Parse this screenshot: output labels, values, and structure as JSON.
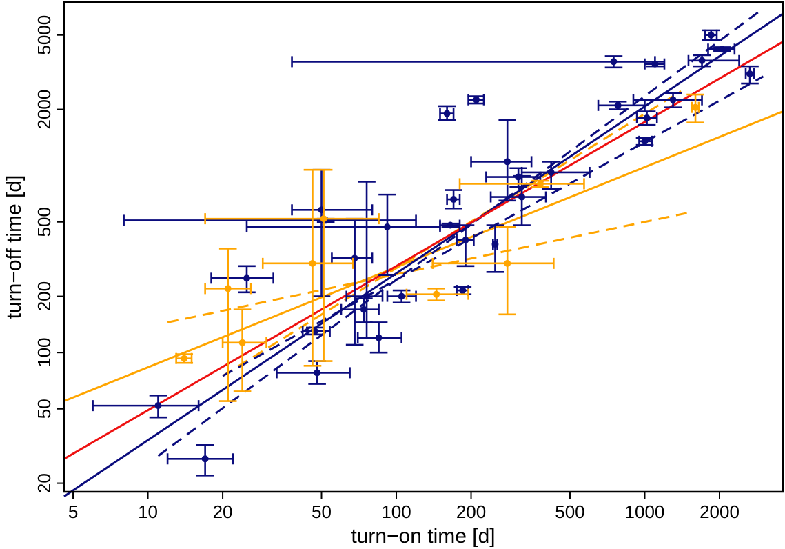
{
  "chart_data": {
    "type": "scatter",
    "title": "",
    "xlabel": "turn−on time [d]",
    "ylabel": "turn−off time [d]",
    "xscale": "log",
    "yscale": "log",
    "xlim": [
      4.6,
      3600
    ],
    "ylim": [
      18,
      7500
    ],
    "grid": false,
    "x_ticks": [
      5,
      10,
      20,
      50,
      100,
      200,
      500,
      1000,
      2000
    ],
    "y_ticks": [
      20,
      50,
      100,
      200,
      500,
      2000,
      5000
    ],
    "colors": {
      "blue": "#0b0c7d",
      "orange": "#ffa500",
      "red": "#ee1111"
    },
    "series": [
      {
        "color": "blue",
        "points": [
          {
            "x": 11,
            "y": 52,
            "xl": 6,
            "xh": 16,
            "yl": 45,
            "yh": 59
          },
          {
            "x": 17,
            "y": 27,
            "xl": 12,
            "xh": 22,
            "yl": 22,
            "yh": 32
          },
          {
            "x": 25,
            "y": 250,
            "xl": 18,
            "xh": 32,
            "yl": 210,
            "yh": 290
          },
          {
            "x": 48,
            "y": 78,
            "xl": 33,
            "xh": 65,
            "yl": 68,
            "yh": 90
          },
          {
            "x": 47,
            "y": 130,
            "xl": 42,
            "xh": 54,
            "yl": 125,
            "yh": 136
          },
          {
            "x": 50,
            "y": 580,
            "xl": 38,
            "xh": 80,
            "yl": 200,
            "yh": 950
          },
          {
            "x": 52,
            "y": 510,
            "xl": 8,
            "xh": 120,
            "yl": 500,
            "yh": 520
          },
          {
            "x": 68,
            "y": 320,
            "xl": 55,
            "xh": 80,
            "yl": 110,
            "yh": 520
          },
          {
            "x": 74,
            "y": 170,
            "xl": 60,
            "xh": 85,
            "yl": 145,
            "yh": 195
          },
          {
            "x": 76,
            "y": 200,
            "xl": 63,
            "xh": 88,
            "yl": 120,
            "yh": 820
          },
          {
            "x": 85,
            "y": 120,
            "xl": 70,
            "xh": 105,
            "yl": 100,
            "yh": 145
          },
          {
            "x": 92,
            "y": 470,
            "xl": 25,
            "xh": 150,
            "yl": 260,
            "yh": 700
          },
          {
            "x": 105,
            "y": 200,
            "xl": 92,
            "xh": 120,
            "yl": 185,
            "yh": 215
          },
          {
            "x": 165,
            "y": 480,
            "xl": 150,
            "xh": 180,
            "yl": 470,
            "yh": 490
          },
          {
            "x": 170,
            "y": 660,
            "xl": 160,
            "xh": 180,
            "yl": 590,
            "yh": 740
          },
          {
            "x": 185,
            "y": 215,
            "xl": 175,
            "xh": 195,
            "yl": 205,
            "yh": 225
          },
          {
            "x": 190,
            "y": 400,
            "xl": 175,
            "xh": 205,
            "yl": 290,
            "yh": 480
          },
          {
            "x": 160,
            "y": 1900,
            "xl": 150,
            "xh": 170,
            "yl": 1750,
            "yh": 2080
          },
          {
            "x": 210,
            "y": 2250,
            "xl": 195,
            "xh": 225,
            "yl": 2150,
            "yh": 2350
          },
          {
            "x": 250,
            "y": 380,
            "xl": 245,
            "xh": 255,
            "yl": 270,
            "yh": 480
          },
          {
            "x": 280,
            "y": 1050,
            "xl": 200,
            "xh": 350,
            "yl": 650,
            "yh": 1750
          },
          {
            "x": 320,
            "y": 680,
            "xl": 240,
            "xh": 400,
            "yl": 480,
            "yh": 880
          },
          {
            "x": 310,
            "y": 870,
            "xl": 230,
            "xh": 380,
            "yl": 770,
            "yh": 970
          },
          {
            "x": 420,
            "y": 920,
            "xl": 320,
            "xh": 600,
            "yl": 750,
            "yh": 1050
          },
          {
            "x": 750,
            "y": 3600,
            "xl": 38,
            "xh": 1100,
            "yl": 3350,
            "yh": 3850
          },
          {
            "x": 1100,
            "y": 3500,
            "xl": 1000,
            "xh": 1200,
            "yl": 3400,
            "yh": 3600
          },
          {
            "x": 780,
            "y": 2100,
            "xl": 650,
            "xh": 1000,
            "yl": 2000,
            "yh": 2200
          },
          {
            "x": 1000,
            "y": 1350,
            "xl": 950,
            "xh": 1070,
            "yl": 1290,
            "yh": 1410
          },
          {
            "x": 1020,
            "y": 1800,
            "xl": 930,
            "xh": 1120,
            "yl": 1650,
            "yh": 1950
          },
          {
            "x": 1300,
            "y": 2250,
            "xl": 900,
            "xh": 1700,
            "yl": 2050,
            "yh": 2450
          },
          {
            "x": 1700,
            "y": 3650,
            "xl": 1500,
            "xh": 2400,
            "yl": 3400,
            "yh": 3900
          },
          {
            "x": 1850,
            "y": 5000,
            "xl": 1750,
            "xh": 1950,
            "yl": 4700,
            "yh": 5300
          },
          {
            "x": 2050,
            "y": 4200,
            "xl": 1800,
            "xh": 2300,
            "yl": 4100,
            "yh": 4300
          },
          {
            "x": 2650,
            "y": 3100,
            "xl": 2550,
            "xh": 2750,
            "yl": 2750,
            "yh": 3400
          }
        ]
      },
      {
        "color": "orange",
        "points": [
          {
            "x": 14,
            "y": 93,
            "xl": 13,
            "xh": 15,
            "yl": 88,
            "yh": 98
          },
          {
            "x": 21,
            "y": 220,
            "xl": 17,
            "xh": 26,
            "yl": 55,
            "yh": 360
          },
          {
            "x": 24,
            "y": 113,
            "xl": 20,
            "xh": 30,
            "yl": 62,
            "yh": 170
          },
          {
            "x": 46,
            "y": 300,
            "xl": 29,
            "xh": 67,
            "yl": 85,
            "yh": 950
          },
          {
            "x": 51,
            "y": 520,
            "xl": 17,
            "xh": 85,
            "yl": 90,
            "yh": 950
          },
          {
            "x": 145,
            "y": 205,
            "xl": 110,
            "xh": 195,
            "yl": 190,
            "yh": 220
          },
          {
            "x": 280,
            "y": 300,
            "xl": 140,
            "xh": 430,
            "yl": 160,
            "yh": 470
          },
          {
            "x": 380,
            "y": 800,
            "xl": 180,
            "xh": 570,
            "yl": 770,
            "yh": 830
          },
          {
            "x": 1600,
            "y": 2050,
            "xl": 1550,
            "xh": 1650,
            "yl": 1700,
            "yh": 2400
          }
        ]
      }
    ],
    "lines": [
      {
        "color": "orange",
        "style": "solid",
        "x": [
          4.6,
          3600
        ],
        "y": [
          55,
          1950
        ]
      },
      {
        "color": "orange",
        "style": "dashed",
        "x": [
          12,
          1500
        ],
        "y": [
          145,
          560
        ]
      },
      {
        "color": "orange",
        "style": "dashed",
        "x": [
          20,
          1400
        ],
        "y": [
          75,
          2500
        ]
      },
      {
        "color": "blue",
        "style": "solid",
        "x": [
          4.6,
          3600
        ],
        "y": [
          17,
          6500
        ]
      },
      {
        "color": "blue",
        "style": "dashed",
        "x": [
          11,
          2900
        ],
        "y": [
          28,
          6700
        ]
      },
      {
        "color": "blue",
        "style": "dashed",
        "x": [
          20,
          3000
        ],
        "y": [
          75,
          3000
        ]
      },
      {
        "color": "red",
        "style": "solid",
        "x": [
          4.6,
          3600
        ],
        "y": [
          27,
          4600
        ]
      }
    ]
  }
}
